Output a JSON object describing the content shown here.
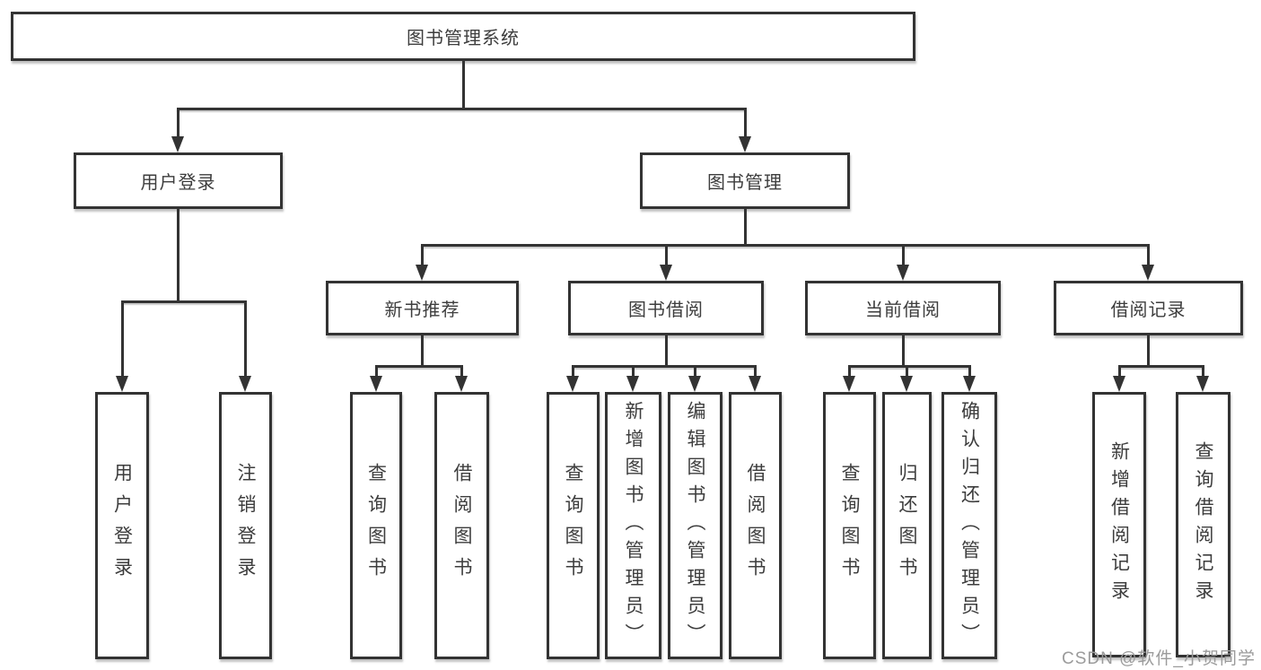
{
  "tree": {
    "label": "图书管理系统",
    "children": [
      {
        "label": "用户登录",
        "children": [
          {
            "label": "用户登录"
          },
          {
            "label": "注销登录"
          }
        ]
      },
      {
        "label": "图书管理",
        "children": [
          {
            "label": "新书推荐",
            "children": [
              {
                "label": "查询图书"
              },
              {
                "label": "借阅图书"
              }
            ]
          },
          {
            "label": "图书借阅",
            "children": [
              {
                "label": "查询图书"
              },
              {
                "label": "新增图书（管理员）"
              },
              {
                "label": "编辑图书（管理员）"
              },
              {
                "label": "借阅图书"
              }
            ]
          },
          {
            "label": "当前借阅",
            "children": [
              {
                "label": "查询图书"
              },
              {
                "label": "归还图书"
              },
              {
                "label": "确认归还（管理员）"
              }
            ]
          },
          {
            "label": "借阅记录",
            "children": [
              {
                "label": "新增借阅记录"
              },
              {
                "label": "查询借阅记录"
              }
            ]
          }
        ]
      }
    ]
  },
  "watermark": {
    "text": "CSDN @软件_小贺同学"
  },
  "colors": {
    "line": "#333333",
    "text": "#3d3d3d",
    "watermark": "#9b9b9b",
    "background": "#ffffff"
  }
}
